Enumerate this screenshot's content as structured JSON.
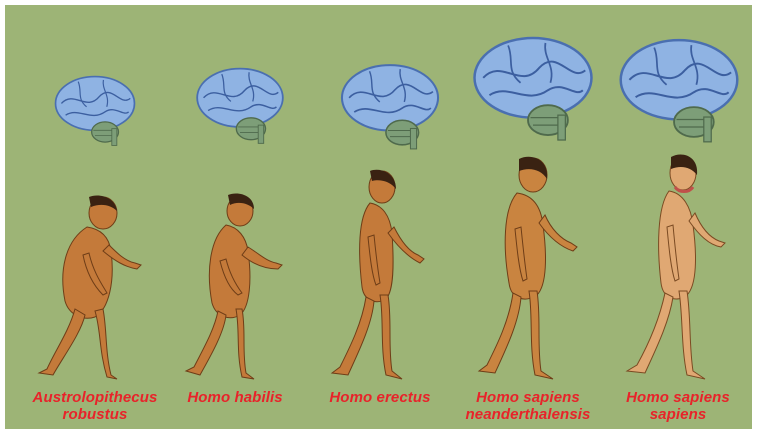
{
  "colors": {
    "background": "#9db476",
    "label": "#e8232a",
    "brain": "#8fb3e3",
    "skin": "#c47a3a",
    "hair": "#3a2212"
  },
  "stages": [
    {
      "name_line1": "Austrolopithecus",
      "name_line2": "robustus",
      "brain_icon": "brain-icon",
      "figure_icon": "hominid-figure-icon"
    },
    {
      "name_line1": "Homo habilis",
      "name_line2": "",
      "brain_icon": "brain-icon",
      "figure_icon": "hominid-figure-icon"
    },
    {
      "name_line1": "Homo erectus",
      "name_line2": "",
      "brain_icon": "brain-icon",
      "figure_icon": "hominid-figure-icon"
    },
    {
      "name_line1": "Homo sapiens",
      "name_line2": "neanderthalensis",
      "brain_icon": "brain-icon",
      "figure_icon": "hominid-figure-icon"
    },
    {
      "name_line1": "Homo sapiens",
      "name_line2": "sapiens",
      "brain_icon": "brain-icon",
      "figure_icon": "hominid-figure-icon"
    }
  ]
}
